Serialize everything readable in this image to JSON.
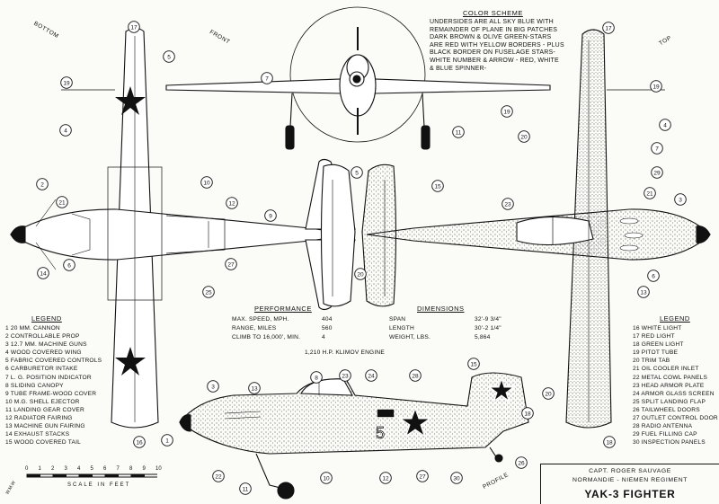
{
  "color_scheme": {
    "title": "COLOR SCHEME",
    "lines": [
      "UNDERSIDES ARE ALL SKY BLUE WITH",
      "REMAINDER OF PLANE IN BIG PATCHES",
      "DARK BROWN & OLIVE GREEN-STARS",
      "ARE RED WITH YELLOW BORDERS - PLUS",
      "BLACK BORDER ON FUSELAGE STARS-",
      "WHITE NUMBER & ARROW - RED, WHITE",
      "& BLUE SPINNER-"
    ]
  },
  "view_labels": {
    "bottom": "BOTTOM",
    "front": "FRONT",
    "top": "TOP",
    "profile": "PROFILE"
  },
  "legend_left": {
    "title": "LEGEND",
    "items": [
      "1  20 MM. CANNON",
      "2  CONTROLLABLE PROP",
      "3  12.7 MM. MACHINE GUNS",
      "4  WOOD COVERED WING",
      "5  FABRIC COVERED CONTROLS",
      "6  CARBURETOR INTAKE",
      "7  L. G. POSITION INDICATOR",
      "8  SLIDING CANOPY",
      "9  TUBE FRAME-WOOD COVER",
      "10 M.G. SHELL EJECTOR",
      "11 LANDING GEAR COVER",
      "12 RADIATOR FAIRING",
      "13 MACHINE GUN FAIRING",
      "14 EXHAUST STACKS",
      "15 WOOD COVERED TAIL"
    ]
  },
  "legend_right": {
    "title": "LEGEND",
    "items": [
      "16 WHITE LIGHT",
      "17 RED LIGHT",
      "18 GREEN LIGHT",
      "19 PITOT TUBE",
      "20 TRIM TAB",
      "21 OIL COOLER INLET",
      "22 METAL COWL PANELS",
      "23 HEAD ARMOR PLATE",
      "24 ARMOR GLASS SCREEN",
      "25 SPLIT LANDING FLAP",
      "26 TAILWHEEL DOORS",
      "27 OUTLET CONTROL DOOR",
      "28 RADIO ANTENNA",
      "29 FUEL FILLING CAP",
      "30 INSPECTION PANELS"
    ]
  },
  "performance": {
    "title": "PERFORMANCE",
    "rows": [
      {
        "label": "MAX. SPEED, MPH.",
        "value": "404"
      },
      {
        "label": "RANGE, MILES",
        "value": "560"
      },
      {
        "label": "CLIMB TO 16,000', MIN.",
        "value": "4"
      }
    ]
  },
  "dimensions": {
    "title": "DIMENSIONS",
    "rows": [
      {
        "label": "SPAN",
        "value": "32'-9 3/4\""
      },
      {
        "label": "LENGTH",
        "value": "30'-2 1/4\""
      },
      {
        "label": "WEIGHT, LBS.",
        "value": "5,864"
      }
    ]
  },
  "engine": "1,210 H.P. KLIMOV ENGINE",
  "scale": {
    "ticks": [
      "0",
      "1",
      "2",
      "3",
      "4",
      "5",
      "6",
      "7",
      "8",
      "9",
      "10"
    ],
    "label": "SCALE IN FEET"
  },
  "title_block": {
    "line1": "CAPT. ROGER SAUVAGE",
    "line2": "NORMANDIE - NIEMEN REGIMENT",
    "title": "YAK-3 FIGHTER"
  },
  "fuselage_number": "5",
  "initials": "W.M.W",
  "callouts": [
    "1",
    "2",
    "3",
    "4",
    "5",
    "6",
    "7",
    "8",
    "9",
    "10",
    "11",
    "12",
    "13",
    "14",
    "15",
    "16",
    "17",
    "18",
    "19",
    "20",
    "21",
    "22",
    "23",
    "24",
    "25",
    "26",
    "27",
    "28",
    "29",
    "30"
  ]
}
